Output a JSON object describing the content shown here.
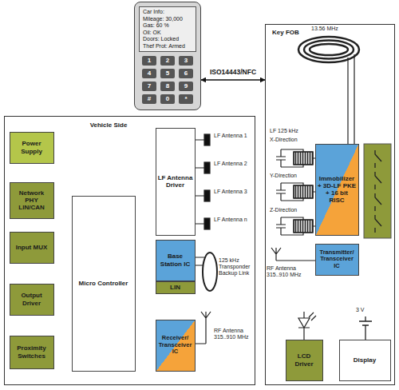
{
  "diagram": {
    "nodes": [
      {
        "text": [
          "Car Info:",
          "Mileage: 30,000",
          "Gas: 60 %",
          "Oil: OK",
          "Doors: Locked",
          "Thef Prot: Armed"
        ]
      },
      {
        "text": [
          "Vehicle Side"
        ]
      },
      {
        "text": [
          "Power Supply"
        ],
        "in": 1
      },
      {
        "text": [
          "Network PHY LIN/CAN"
        ],
        "in": 1
      },
      {
        "text": [
          "Input MUX"
        ],
        "in": 1
      },
      {
        "text": [
          "Output Driver"
        ],
        "in": 1
      },
      {
        "text": [
          "Proximity Switches"
        ],
        "in": 1
      },
      {
        "text": [
          "Micro Controller"
        ],
        "in": 1
      },
      {
        "text": [
          "LF Antenna Driver"
        ],
        "in": 1
      },
      {
        "text": [
          "Base Station IC"
        ],
        "in": 1
      },
      {
        "text": [
          "LIN"
        ],
        "in": 1
      },
      {
        "text": [
          "Receiver/ Transceiver IC"
        ],
        "in": 1
      },
      {
        "text": [
          "Key FOB"
        ]
      },
      {
        "text": [
          "Immobilizer + 3D-LF PKE + 16 bit RISC"
        ],
        "in": 12
      },
      {
        "text": [
          "Transmitter/ Transceiver IC"
        ],
        "in": 12
      },
      {
        "text": [
          "LCD Driver"
        ],
        "in": 12
      },
      {
        "text": [
          "Display"
        ],
        "in": 12
      }
    ],
    "edges": [
      {
        "from": 0,
        "to": 12,
        "label": "ISO14443/NFC",
        "arrow": "both"
      }
    ],
    "labels": [
      "1",
      "2",
      "3",
      "4",
      "5",
      "6",
      "7",
      "8",
      "9",
      "#",
      "0",
      "*",
      "13.56 MHz",
      "LF 125 kHz",
      "X-Direction",
      "Y-Direction",
      "Z-Direction",
      "RF Antenna 315..910 MHz",
      "3 V",
      "LF Antenna 1",
      "LF Antenna 2",
      "LF Antenna 3",
      "LF Antenna n",
      "125 kHz Transponder Backup Link",
      "RF Antenna 315..910 MHz"
    ]
  }
}
